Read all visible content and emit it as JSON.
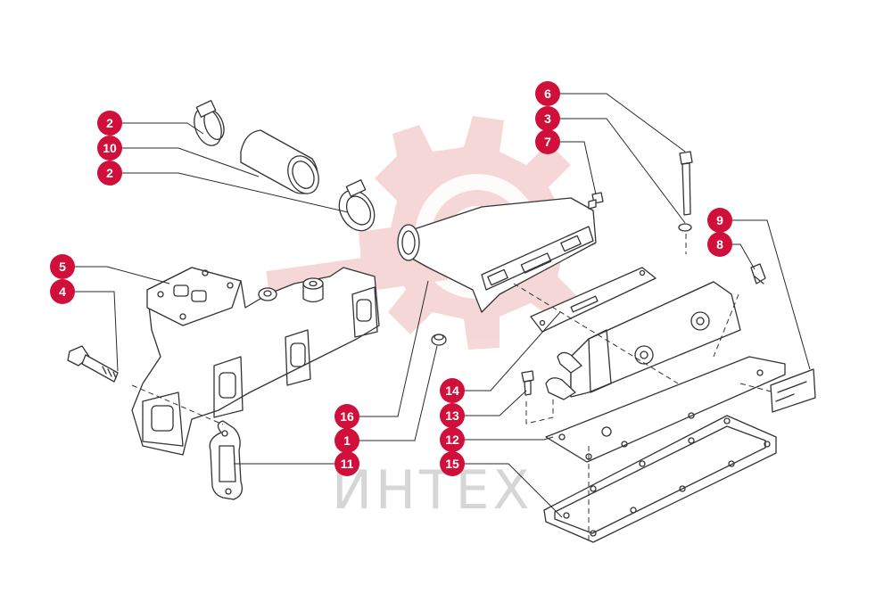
{
  "colors": {
    "callout": "#d0103a",
    "callout_text": "#ffffff",
    "line": "#2a2a2a",
    "watermark_gear": "#f3c9c9",
    "watermark_text": "#d6d6d6"
  },
  "watermark": {
    "text": "ИНТЕХ",
    "icon": "gear-logo-icon"
  },
  "callouts": [
    {
      "id": "c-6",
      "label": "6"
    },
    {
      "id": "c-3",
      "label": "3"
    },
    {
      "id": "c-7",
      "label": "7"
    },
    {
      "id": "c-2a",
      "label": "2"
    },
    {
      "id": "c-10",
      "label": "10"
    },
    {
      "id": "c-2b",
      "label": "2"
    },
    {
      "id": "c-9",
      "label": "9"
    },
    {
      "id": "c-8",
      "label": "8"
    },
    {
      "id": "c-5",
      "label": "5"
    },
    {
      "id": "c-4",
      "label": "4"
    },
    {
      "id": "c-14",
      "label": "14"
    },
    {
      "id": "c-16",
      "label": "16"
    },
    {
      "id": "c-13",
      "label": "13"
    },
    {
      "id": "c-1",
      "label": "1"
    },
    {
      "id": "c-12",
      "label": "12"
    },
    {
      "id": "c-11",
      "label": "11"
    },
    {
      "id": "c-15",
      "label": "15"
    }
  ]
}
